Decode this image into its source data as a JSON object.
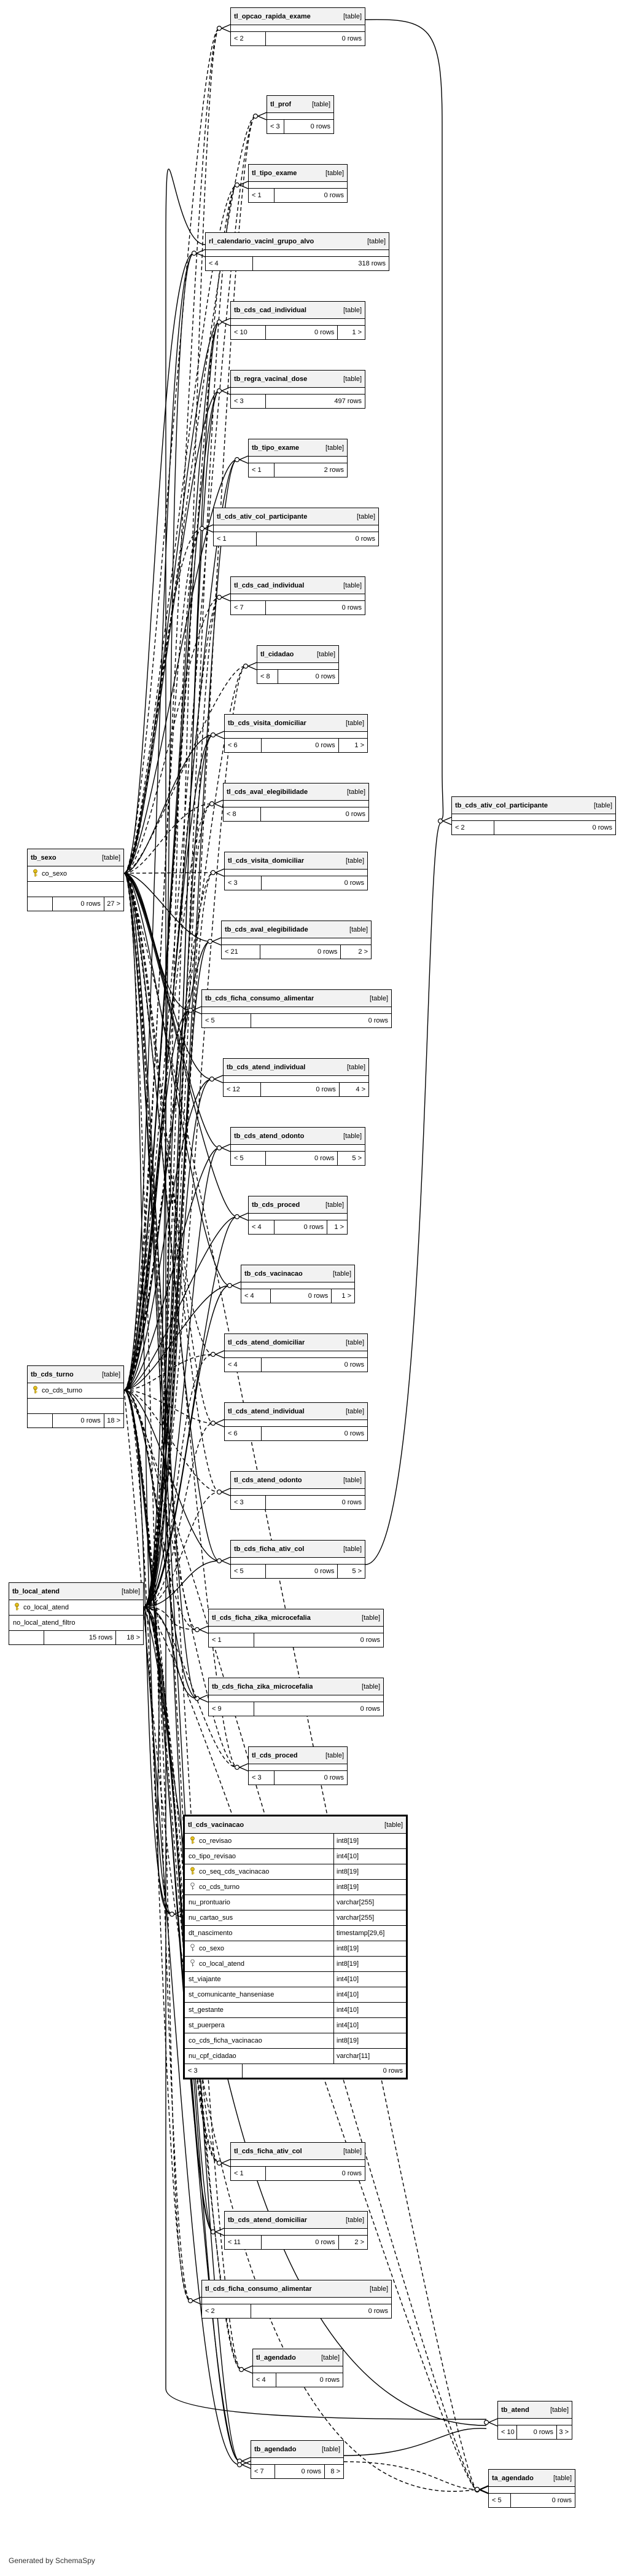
{
  "kind_label": "[table]",
  "credit": "Generated by SchemaSpy",
  "tables": [
    {
      "id": "t1",
      "name": "tl_opcao_rapida_exame",
      "footer": [
        "< 2",
        "0 rows",
        ""
      ]
    },
    {
      "id": "t2",
      "name": "tl_prof",
      "footer": [
        "< 3",
        "0 rows",
        ""
      ]
    },
    {
      "id": "t3",
      "name": "tl_tipo_exame",
      "footer": [
        "< 1",
        "0 rows",
        ""
      ]
    },
    {
      "id": "t4",
      "name": "rl_calendario_vacinl_grupo_alvo",
      "footer": [
        "< 4",
        "318 rows",
        ""
      ]
    },
    {
      "id": "t5",
      "name": "tb_cds_cad_individual",
      "footer": [
        "< 10",
        "0 rows",
        "1 >"
      ]
    },
    {
      "id": "t6",
      "name": "tb_regra_vacinal_dose",
      "footer": [
        "< 3",
        "497 rows",
        ""
      ]
    },
    {
      "id": "t7",
      "name": "tb_tipo_exame",
      "footer": [
        "< 1",
        "2 rows",
        ""
      ]
    },
    {
      "id": "t8",
      "name": "tl_cds_ativ_col_participante",
      "footer": [
        "< 1",
        "0 rows",
        ""
      ]
    },
    {
      "id": "t9",
      "name": "tl_cds_cad_individual",
      "footer": [
        "< 7",
        "0 rows",
        ""
      ]
    },
    {
      "id": "t10",
      "name": "tl_cidadao",
      "footer": [
        "< 8",
        "0 rows",
        ""
      ]
    },
    {
      "id": "t11",
      "name": "tb_cds_visita_domiciliar",
      "footer": [
        "< 6",
        "0 rows",
        "1 >"
      ]
    },
    {
      "id": "t12",
      "name": "tl_cds_aval_elegibilidade",
      "footer": [
        "< 8",
        "0 rows",
        ""
      ]
    },
    {
      "id": "t13",
      "name": "tl_cds_visita_domiciliar",
      "footer": [
        "< 3",
        "0 rows",
        ""
      ]
    },
    {
      "id": "t14",
      "name": "tb_cds_aval_elegibilidade",
      "footer": [
        "< 21",
        "0 rows",
        "2 >"
      ]
    },
    {
      "id": "t15",
      "name": "tb_cds_ficha_consumo_alimentar",
      "footer": [
        "< 5",
        "0 rows",
        ""
      ]
    },
    {
      "id": "t16",
      "name": "tb_cds_atend_individual",
      "footer": [
        "< 12",
        "0 rows",
        "4 >"
      ]
    },
    {
      "id": "t17",
      "name": "tb_cds_atend_odonto",
      "footer": [
        "< 5",
        "0 rows",
        "5 >"
      ]
    },
    {
      "id": "t18",
      "name": "tb_cds_proced",
      "footer": [
        "< 4",
        "0 rows",
        "1 >"
      ]
    },
    {
      "id": "t19",
      "name": "tb_cds_vacinacao",
      "footer": [
        "< 4",
        "0 rows",
        "1 >"
      ]
    },
    {
      "id": "t20",
      "name": "tl_cds_atend_domiciliar",
      "footer": [
        "< 4",
        "0 rows",
        ""
      ]
    },
    {
      "id": "t21",
      "name": "tl_cds_atend_individual",
      "footer": [
        "< 6",
        "0 rows",
        ""
      ]
    },
    {
      "id": "t22",
      "name": "tl_cds_atend_odonto",
      "footer": [
        "< 3",
        "0 rows",
        ""
      ]
    },
    {
      "id": "t23",
      "name": "tb_cds_ficha_ativ_col",
      "footer": [
        "< 5",
        "0 rows",
        "5 >"
      ]
    },
    {
      "id": "t24",
      "name": "tl_cds_ficha_zika_microcefalia",
      "footer": [
        "< 1",
        "0 rows",
        ""
      ]
    },
    {
      "id": "t25",
      "name": "tb_cds_ficha_zika_microcefalia",
      "footer": [
        "< 9",
        "0 rows",
        ""
      ]
    },
    {
      "id": "t26",
      "name": "tl_cds_proced",
      "footer": [
        "< 3",
        "0 rows",
        ""
      ]
    },
    {
      "id": "t27",
      "name": "tl_cds_vacinacao",
      "footer": [
        "< 3",
        "0 rows",
        ""
      ],
      "columns": [
        {
          "name": "co_revisao",
          "type": "int8[19]",
          "key": "pk"
        },
        {
          "name": "co_tipo_revisao",
          "type": "int4[10]",
          "key": ""
        },
        {
          "name": "co_seq_cds_vacinacao",
          "type": "int8[19]",
          "key": "pk"
        },
        {
          "name": "co_cds_turno",
          "type": "int8[19]",
          "key": "fk"
        },
        {
          "name": "nu_prontuario",
          "type": "varchar[255]",
          "key": ""
        },
        {
          "name": "nu_cartao_sus",
          "type": "varchar[255]",
          "key": ""
        },
        {
          "name": "dt_nascimento",
          "type": "timestamp[29,6]",
          "key": ""
        },
        {
          "name": "co_sexo",
          "type": "int8[19]",
          "key": "fk"
        },
        {
          "name": "co_local_atend",
          "type": "int8[19]",
          "key": "fk"
        },
        {
          "name": "st_viajante",
          "type": "int4[10]",
          "key": ""
        },
        {
          "name": "st_comunicante_hanseniase",
          "type": "int4[10]",
          "key": ""
        },
        {
          "name": "st_gestante",
          "type": "int4[10]",
          "key": ""
        },
        {
          "name": "st_puerpera",
          "type": "int4[10]",
          "key": ""
        },
        {
          "name": "co_cds_ficha_vacinacao",
          "type": "int8[19]",
          "key": ""
        },
        {
          "name": "nu_cpf_cidadao",
          "type": "varchar[11]",
          "key": ""
        }
      ]
    },
    {
      "id": "t28",
      "name": "tl_cds_ficha_ativ_col",
      "footer": [
        "< 1",
        "0 rows",
        ""
      ]
    },
    {
      "id": "t29",
      "name": "tb_cds_atend_domiciliar",
      "footer": [
        "< 11",
        "0 rows",
        "2 >"
      ]
    },
    {
      "id": "t30",
      "name": "tl_cds_ficha_consumo_alimentar",
      "footer": [
        "< 2",
        "0 rows",
        ""
      ]
    },
    {
      "id": "t31",
      "name": "tl_agendado",
      "footer": [
        "< 4",
        "0 rows",
        ""
      ]
    },
    {
      "id": "t32",
      "name": "tb_agendado",
      "footer": [
        "< 7",
        "0 rows",
        "8 >"
      ]
    },
    {
      "id": "t33",
      "name": "tb_atend",
      "footer": [
        "< 10",
        "0 rows",
        "3 >"
      ]
    },
    {
      "id": "t34",
      "name": "ta_agendado",
      "footer": [
        "< 5",
        "0 rows",
        ""
      ]
    },
    {
      "id": "t35",
      "name": "tb_cds_ativ_col_participante",
      "footer": [
        "< 2",
        "0 rows",
        ""
      ]
    },
    {
      "id": "t36",
      "name": "tb_sexo",
      "footer": [
        "",
        "0 rows",
        "27 >"
      ],
      "columns": [
        {
          "name": "co_sexo",
          "type": "",
          "key": "pk"
        },
        {
          "name": "",
          "type": "",
          "key": ""
        }
      ]
    },
    {
      "id": "t37",
      "name": "tb_cds_turno",
      "footer": [
        "",
        "0 rows",
        "18 >"
      ],
      "columns": [
        {
          "name": "co_cds_turno",
          "type": "",
          "key": "pk"
        },
        {
          "name": "",
          "type": "",
          "key": ""
        }
      ]
    },
    {
      "id": "t38",
      "name": "tb_local_atend",
      "footer": [
        "",
        "15 rows",
        "18 >"
      ],
      "columns": [
        {
          "name": "co_local_atend",
          "type": "",
          "key": "pk"
        },
        {
          "name": "no_local_atend_filtro",
          "type": "",
          "key": ""
        }
      ]
    }
  ]
}
